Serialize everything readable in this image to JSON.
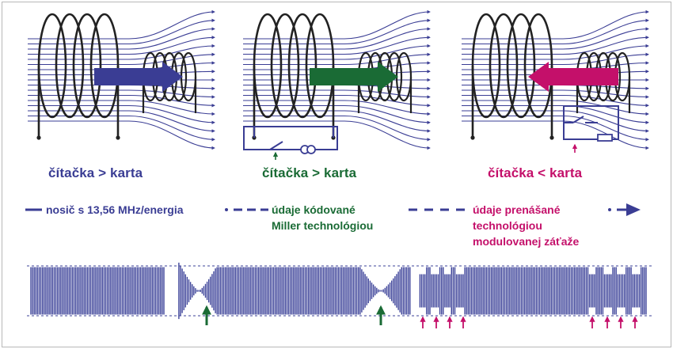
{
  "colors": {
    "blue": "#3a3d94",
    "green": "#1a6b35",
    "magenta": "#c4106a",
    "wave": "#3d4399",
    "dark": "#222222"
  },
  "scenes": [
    {
      "caption": "čítačka > karta",
      "caption_color": "#3a3d94",
      "arrow_color": "#3a3d94",
      "arrow_direction": "right",
      "circuit": "none"
    },
    {
      "caption": "čítačka > karta",
      "caption_color": "#1a6b35",
      "arrow_color": "#1a6b35",
      "arrow_direction": "right",
      "circuit": "reader-switch-coupling"
    },
    {
      "caption": "čítačka < karta",
      "caption_color": "#c4106a",
      "arrow_color": "#c4106a",
      "arrow_direction": "left",
      "circuit": "card-switch-load"
    }
  ],
  "legend": [
    {
      "line_style": "solid",
      "text": "nosič s 13,56 MHz/energia",
      "color": "#3a3d94"
    },
    {
      "line_style": "dashed",
      "text": "údaje kódované Miller technológiou",
      "line1": "údaje kódované",
      "line2": "Miller technológiou",
      "color": "#1a6b35"
    },
    {
      "line_style": "dash-dot",
      "text": "údaje prenášané technológiou modulovanej záťaže",
      "line1": "údaje prenášané",
      "line2": "technológiou",
      "line3": "modulovanej záťaže",
      "color": "#c4106a"
    }
  ],
  "waveform": {
    "segments": [
      "constant carrier",
      "Miller pauses",
      "load modulation"
    ],
    "pause_markers": 2,
    "load_modulation_markers": 8
  }
}
